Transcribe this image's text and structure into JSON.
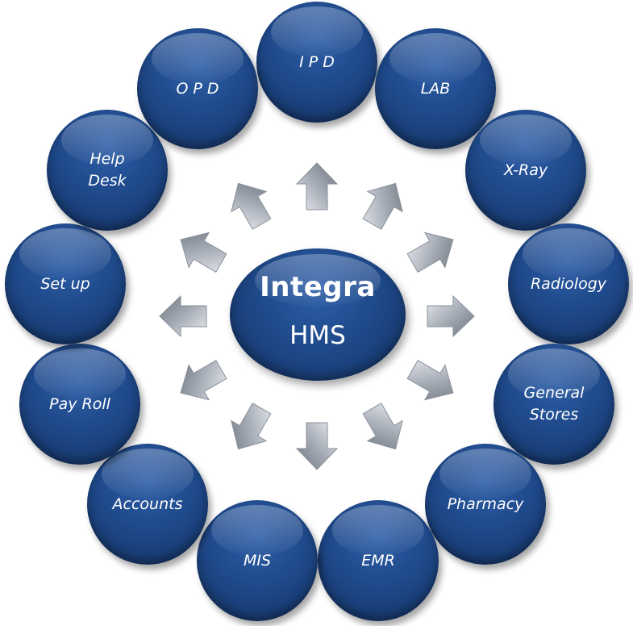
{
  "center": {
    "title": "Integra",
    "subtitle": "HMS"
  },
  "modules": [
    "I P D",
    "LAB",
    "X-Ray",
    "Radiology",
    "General\nStores",
    "Pharmacy",
    "EMR",
    "MIS",
    "Accounts",
    "Pay Roll",
    "Set up",
    "Help\nDesk",
    "O P D"
  ],
  "colors": {
    "node_fill": "#1f4a8c",
    "arrow_fill": "#a4aab4",
    "background": "#ffffff"
  }
}
